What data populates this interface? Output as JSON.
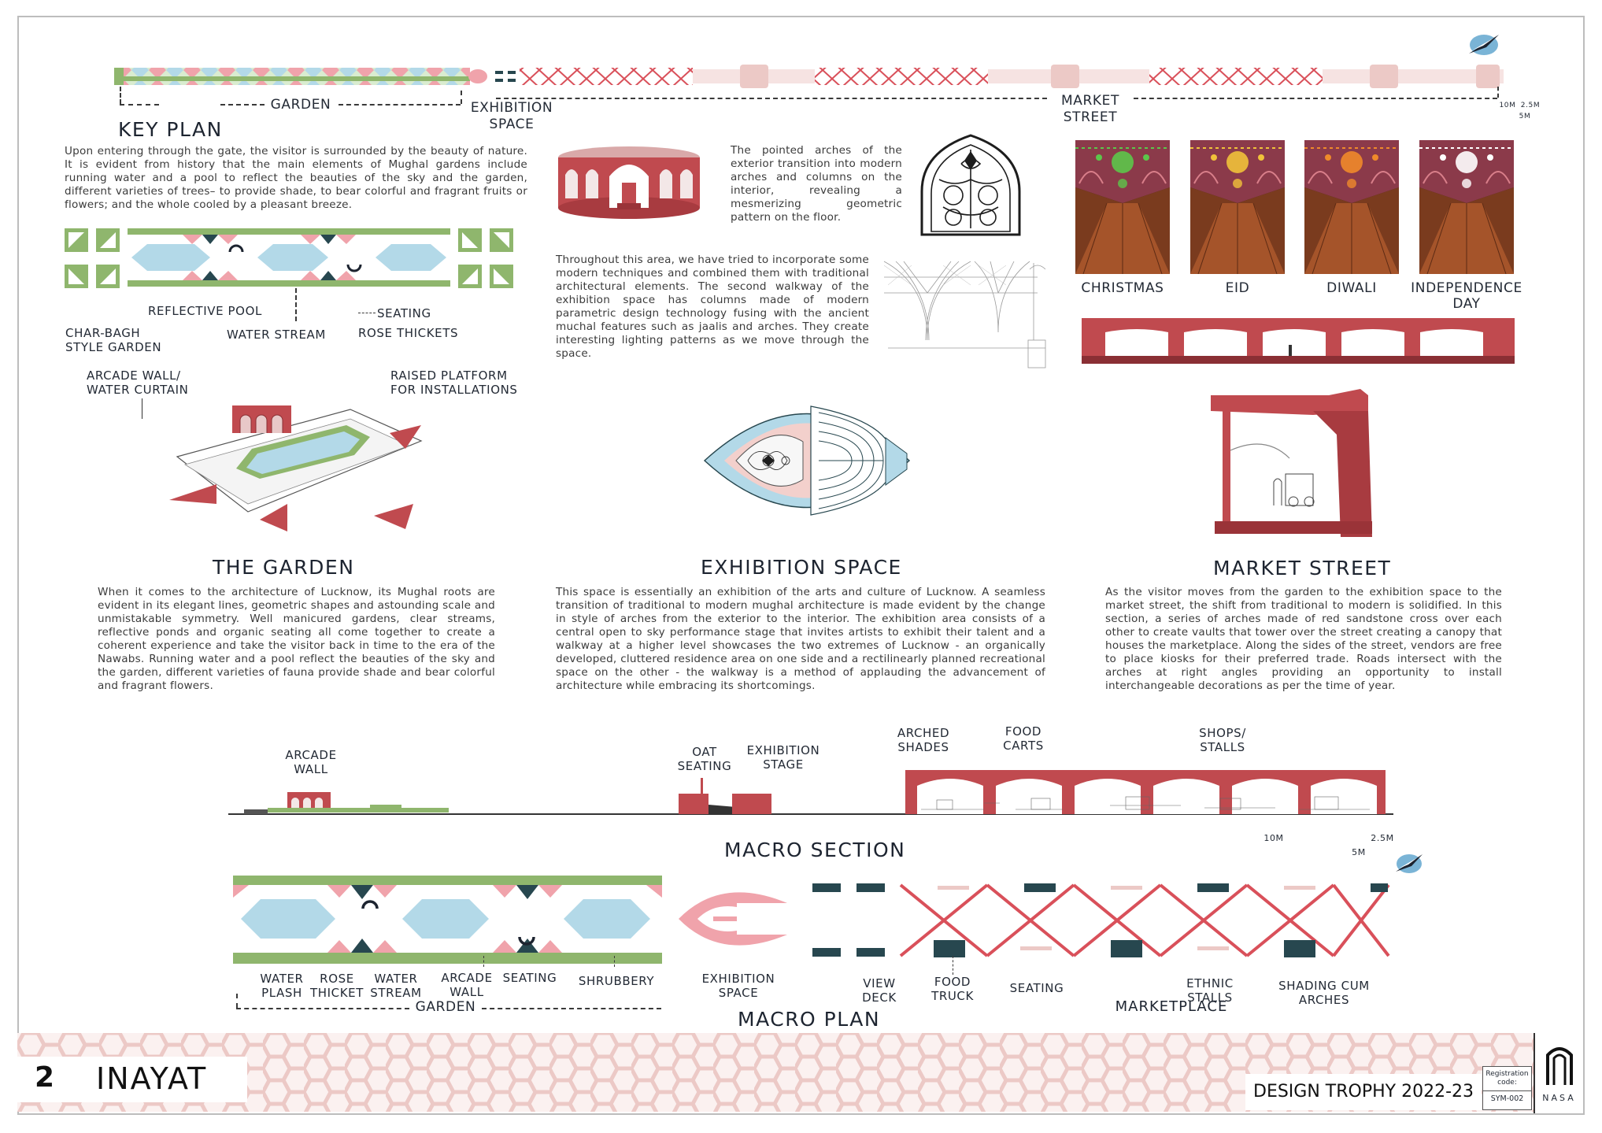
{
  "sheet": {
    "number": "2",
    "title": "INAYAT",
    "competition": "DESIGN TROPHY 2022-23",
    "registration_label": "Registration code:",
    "registration_code": "SYM-002",
    "logo_text": "NASA"
  },
  "key_plan": {
    "title": "KEY PLAN",
    "garden_label": "GARDEN",
    "exhibition_label": "EXHIBITION\nSPACE",
    "market_label": "MARKET\nSTREET",
    "scale_10m": "10M",
    "scale_25m": "2.5M",
    "scale_5m": "5M"
  },
  "garden_intro": "Upon entering through the gate, the visitor is surrounded by the beauty of nature. It is evident from history that the main elements of Mughal gardens include running water and a pool to reflect the beauties of the sky and the garden, different varieties of trees– to provide shade, to bear colorful and fragrant fruits or flowers; and the whole cooled by a pleasant breeze.",
  "garden_plan_labels": {
    "reflective_pool": "REFLECTIVE POOL",
    "seating": "SEATING",
    "char_bagh": "CHAR-BAGH\nSTYLE GARDEN",
    "water_stream": "WATER STREAM",
    "rose_thickets": "ROSE THICKETS",
    "arcade_wall": "ARCADE WALL/\nWATER CURTAIN",
    "raised_platform": "RAISED PLATFORM\nFOR INSTALLATIONS"
  },
  "garden": {
    "title": "THE GARDEN",
    "text": "When it comes to the architecture of Lucknow, its Mughal roots are evident in its elegant lines, geometric shapes and astounding scale and unmistakable symmetry. Well manicured gardens, clear streams, reflective ponds and organic seating all come together to create a coherent experience and take the visitor back in time to the era of the Nawabs. Running water and a pool reflect the beauties of the sky and the garden, different varieties of fauna provide shade and bear colorful and fragrant flowers."
  },
  "exhibition_arches_text": "The pointed arches of the exterior transition into modern arches and columns on the interior, revealing a mesmerizing geometric pattern on the floor.",
  "exhibition_modern_text": "Throughout this area, we have tried to incorporate some modern techniques and combined them with traditional architectural elements. The second walkway of the exhibition space has columns made of modern parametric design technology fusing with the ancient muchal features such as jaalis and arches. They create interesting lighting patterns as we move through the space.",
  "exhibition": {
    "title": "EXHIBITION SPACE",
    "text": "This space is essentially an exhibition of the arts and culture of Lucknow. A seamless transition of traditional to modern mughal architecture is made evident by the change in style of arches from the exterior to the interior. The exhibition area consists of a central open to sky performance stage that invites artists to exhibit their talent and a walkway at a higher level showcases the two extremes of Lucknow - an organically developed, cluttered residence area on one side and a rectilinearly planned recreational space on the other - the walkway is a method of applauding the advancement of architecture while embracing its shortcomings."
  },
  "festivals": [
    {
      "label": "CHRISTMAS",
      "accent": "#5cc64a"
    },
    {
      "label": "EID",
      "accent": "#f0c23a"
    },
    {
      "label": "DIWALI",
      "accent": "#ef8a2a"
    },
    {
      "label": "INDEPENDENCE\nDAY",
      "accent": "#ffffff"
    }
  ],
  "market": {
    "title": "MARKET STREET",
    "text": "As the visitor moves from the garden to the exhibition space to the market street, the shift from traditional to modern is solidified. In this section, a series of arches made of red sandstone cross over each other to create vaults that tower over the street creating a canopy that houses the marketplace. Along the sides of the street, vendors are free to place kiosks for their preferred trade. Roads intersect with the arches at right angles providing an opportunity to install interchangeable decorations as per the time of year."
  },
  "macro_section": {
    "title": "MACRO SECTION",
    "arcade_wall": "ARCADE\nWALL",
    "oat_seating": "OAT\nSEATING",
    "exhibition_stage": "EXHIBITION\nSTAGE",
    "arched_shades": "ARCHED\nSHADES",
    "food_carts": "FOOD\nCARTS",
    "shops_stalls": "SHOPS/\nSTALLS",
    "scale_10m": "10M",
    "scale_25m": "2.5M",
    "scale_5m": "5M"
  },
  "macro_plan": {
    "title": "MACRO PLAN",
    "water_plash": "WATER\nPLASH",
    "rose_thicket": "ROSE\nTHICKET",
    "water_stream": "WATER\nSTREAM",
    "arcade_wall": "ARCADE\nWALL",
    "seating": "SEATING",
    "shrubbery": "SHRUBBERY",
    "garden": "GARDEN",
    "exhibition_space": "EXHIBITION\nSPACE",
    "view_deck": "VIEW\nDECK",
    "food_truck": "FOOD\nTRUCK",
    "seating2": "SEATING",
    "ethnic_stalls": "ETHNIC\nSTALLS",
    "shading_arches": "SHADING CUM\nARCHES",
    "marketplace": "MARKETPLACE"
  },
  "colors": {
    "sandstone": "#c04a4f",
    "pool_blue": "#b3d9e8",
    "grass_green": "#8fb66d",
    "pink": "#f0a3ab",
    "dark_teal": "#27474f",
    "pattern_pink": "#ecc9c6"
  }
}
